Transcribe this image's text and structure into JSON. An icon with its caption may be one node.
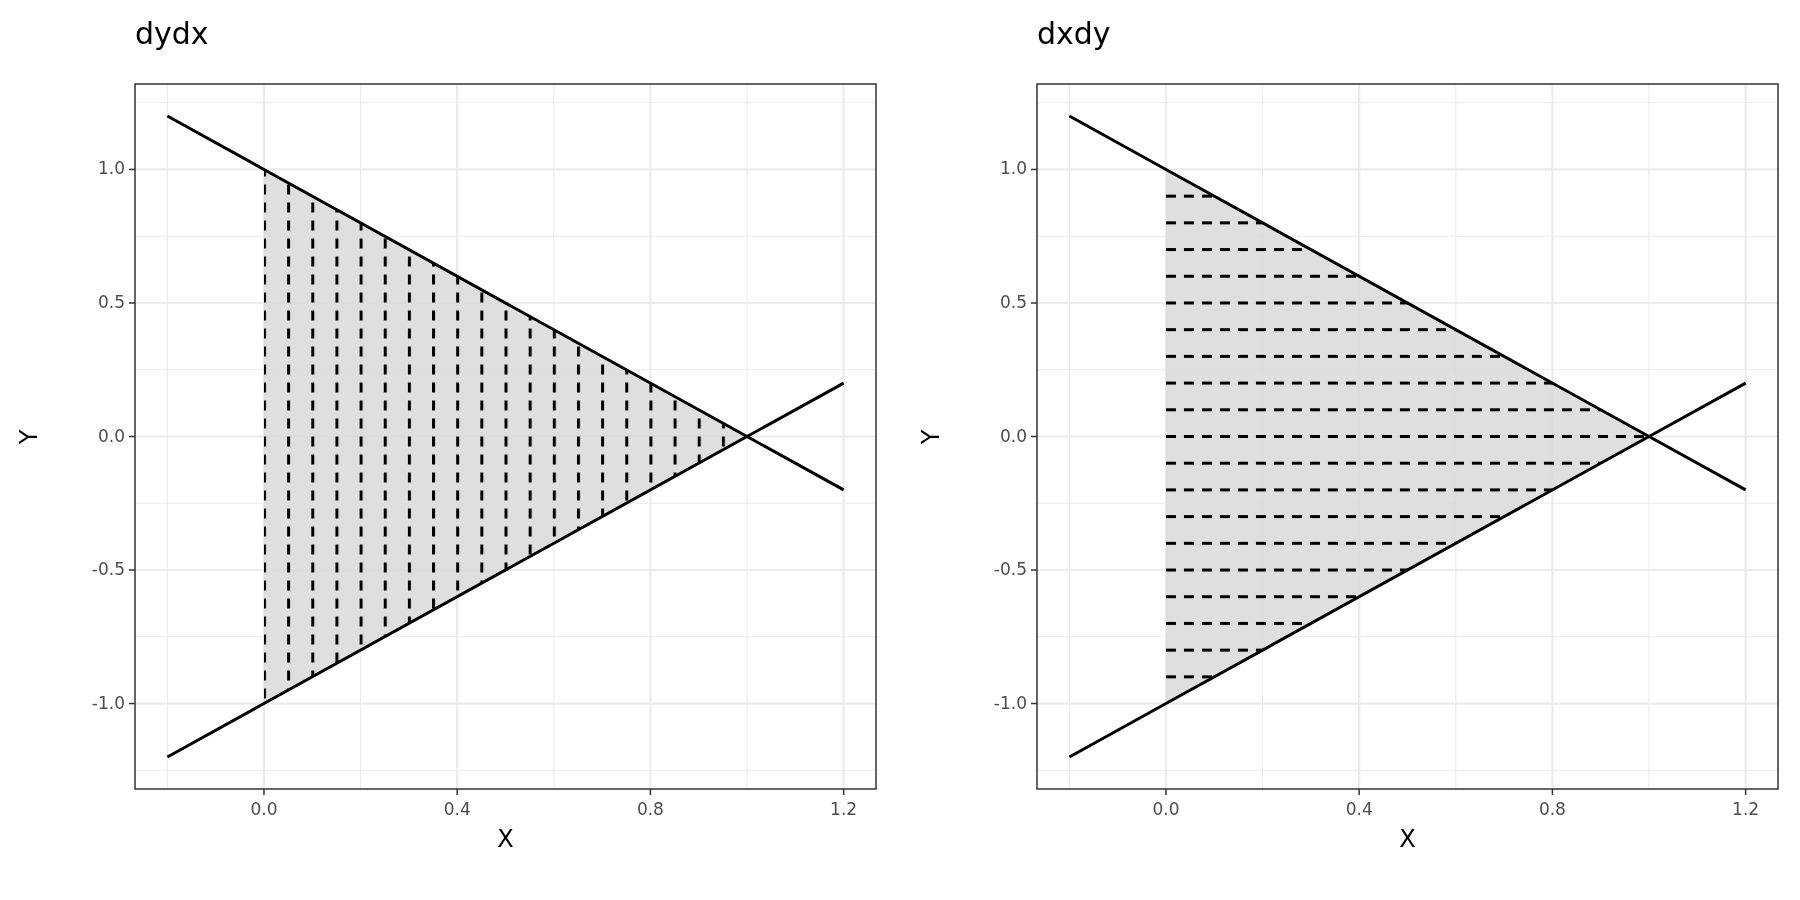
{
  "diagram": {
    "chart_data": [
      {
        "type": "line",
        "title": "dydx",
        "xlabel": "X",
        "ylabel": "Y",
        "grid": true,
        "x": [
          -0.2,
          0,
          1,
          1.2
        ],
        "series": [
          {
            "color": "#000000",
            "values": [
              1.2,
              1,
              0,
              -0.2
            ]
          },
          {
            "color": "#000000",
            "values": [
              -1.2,
              -1,
              0,
              0.2
            ]
          }
        ],
        "xlim": [
          -0.267,
          1.267
        ],
        "ylim": [
          -1.32,
          1.32
        ],
        "xticks": [
          {
            "value": 0,
            "label": "0.0"
          },
          {
            "value": 0.4,
            "label": "0.4"
          },
          {
            "value": 0.8,
            "label": "0.8"
          },
          {
            "value": 1.2,
            "label": "1.2"
          }
        ],
        "yticks": [
          {
            "value": -1,
            "label": "-1.0"
          },
          {
            "value": -0.5,
            "label": "-0.5"
          },
          {
            "value": 0,
            "label": "0.0"
          },
          {
            "value": 0.5,
            "label": "0.5"
          },
          {
            "value": 1,
            "label": "1.0"
          }
        ]
      },
      {
        "type": "line",
        "title": "dxdy",
        "xlabel": "X",
        "ylabel": "Y",
        "grid": true,
        "x": [
          -0.2,
          0,
          1,
          1.2
        ],
        "series": [
          {
            "color": "#000000",
            "values": [
              1.2,
              1,
              0,
              -0.2
            ]
          },
          {
            "color": "#000000",
            "values": [
              -1.2,
              -1,
              0,
              0.2
            ]
          }
        ],
        "xlim": [
          -0.267,
          1.267
        ],
        "ylim": [
          -1.32,
          1.32
        ],
        "xticks": [
          {
            "value": 0,
            "label": "0.0"
          },
          {
            "value": 0.4,
            "label": "0.4"
          },
          {
            "value": 0.8,
            "label": "0.8"
          },
          {
            "value": 1.2,
            "label": "1.2"
          }
        ],
        "yticks": [
          {
            "value": -1,
            "label": "-1.0"
          },
          {
            "value": -0.5,
            "label": "-0.5"
          },
          {
            "value": 0,
            "label": "0.0"
          },
          {
            "value": 0.5,
            "label": "0.5"
          },
          {
            "value": 1,
            "label": "1.0"
          }
        ]
      }
    ]
  }
}
